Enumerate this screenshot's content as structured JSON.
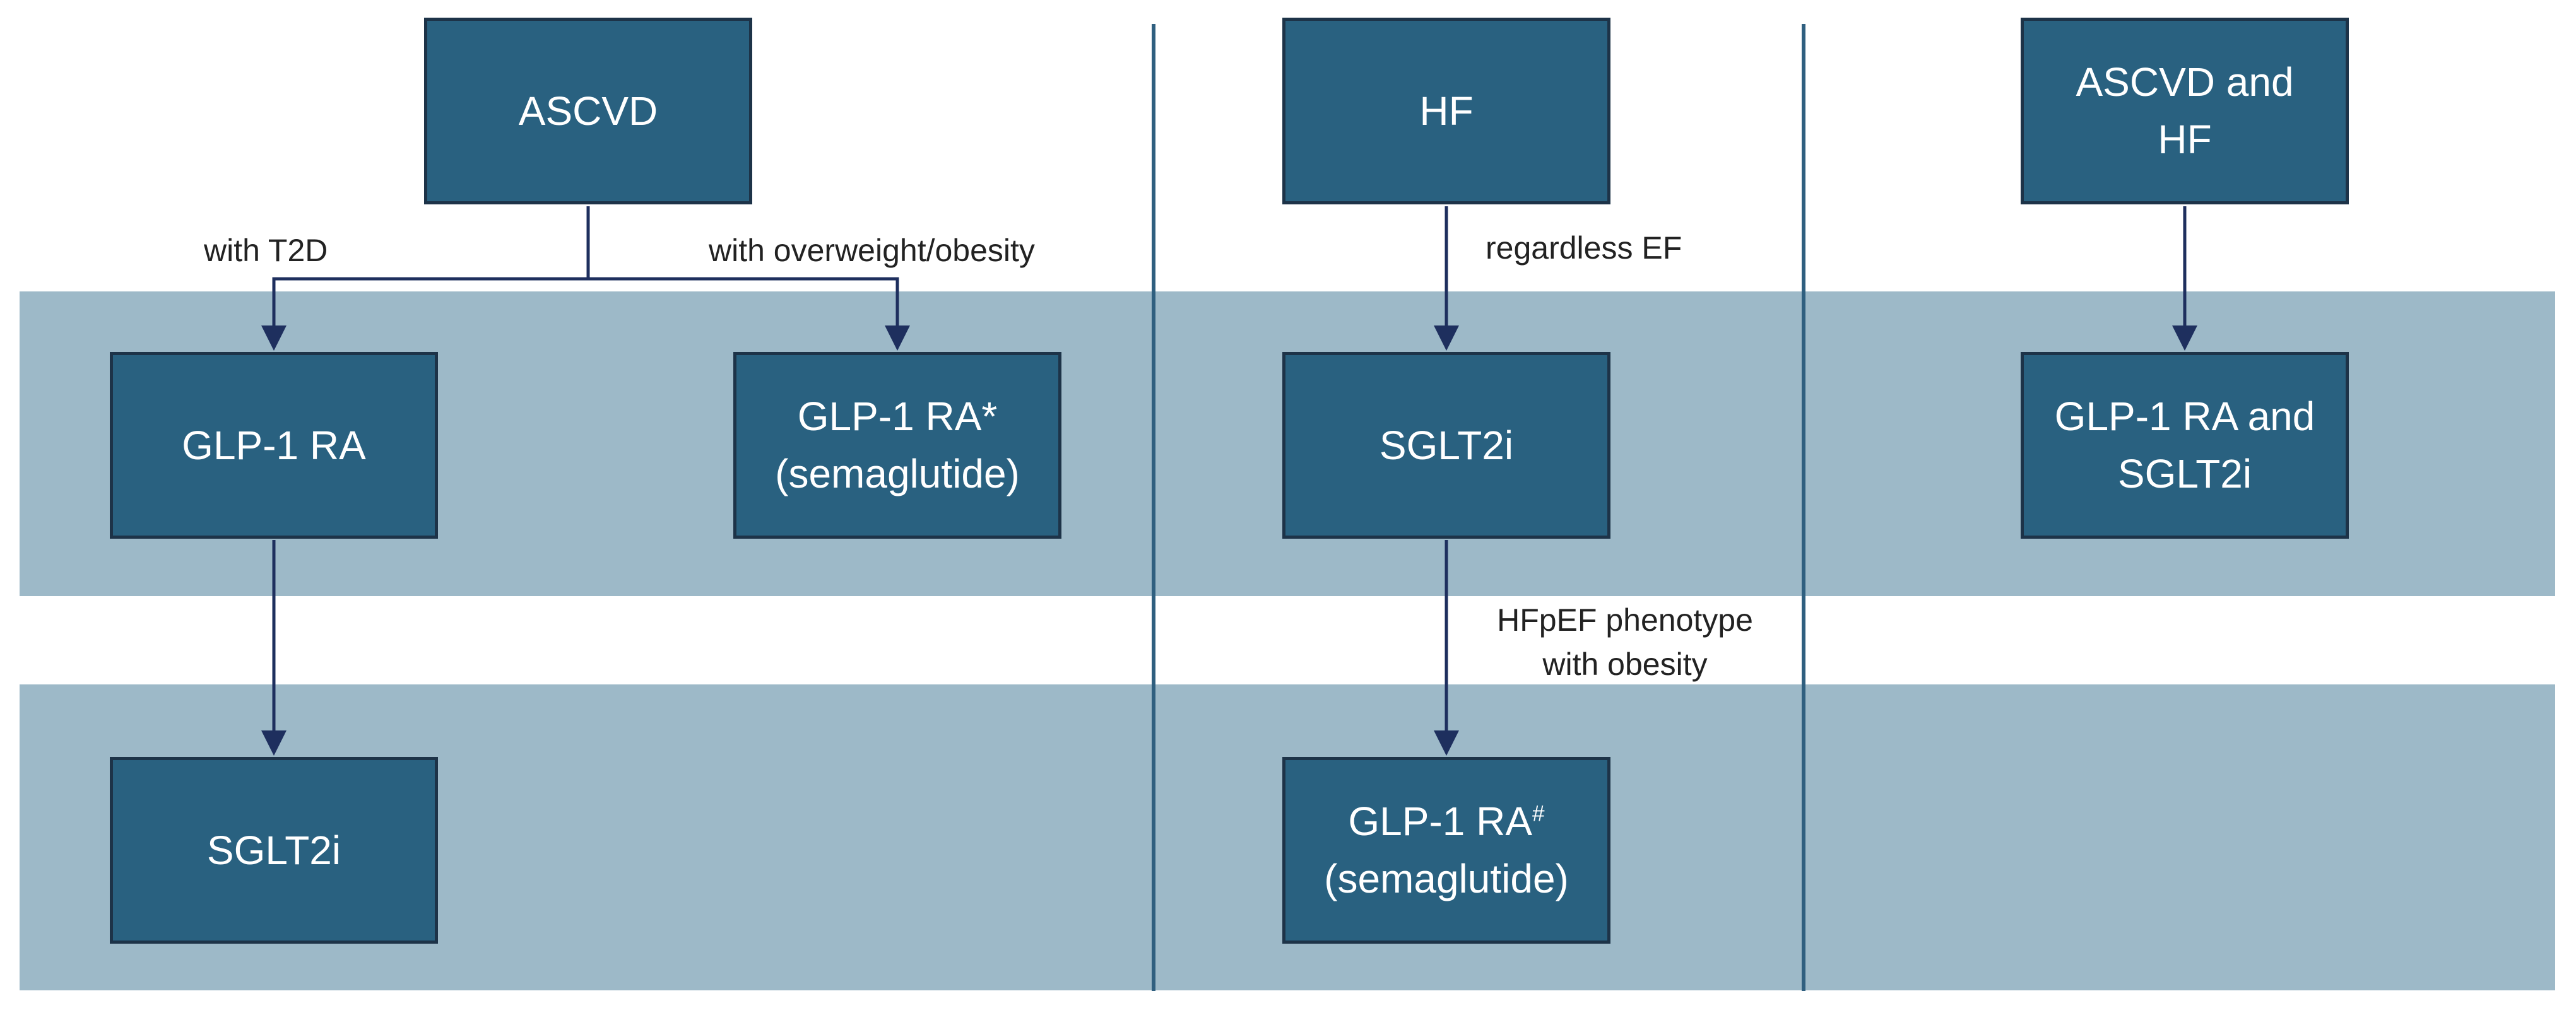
{
  "boxes": {
    "ascvd": {
      "lines": [
        "ASCVD"
      ]
    },
    "hf": {
      "lines": [
        "HF"
      ]
    },
    "ascvd_hf": {
      "lines": [
        "ASCVD and",
        "HF"
      ]
    },
    "glp1_t2d": {
      "lines": [
        "GLP-1 RA"
      ]
    },
    "glp1_obesity": {
      "line1": "GLP-1 RA",
      "line1_mark": "*",
      "line2": "(semaglutide)"
    },
    "sglt2_hf": {
      "lines": [
        "SGLT2i"
      ]
    },
    "combo": {
      "lines": [
        "GLP-1 RA and",
        "SGLT2i"
      ]
    },
    "sglt2_ascvd": {
      "lines": [
        "SGLT2i"
      ]
    },
    "glp1_hfpef": {
      "line1": "GLP-1 RA",
      "line1_mark": "#",
      "line2": "(semaglutide)"
    }
  },
  "labels": {
    "with_t2d": "with T2D",
    "with_obesity": "with overweight/obesity",
    "regardless_ef": "regardless EF",
    "hfpef_line1": "HFpEF phenotype",
    "hfpef_line2": "with obesity"
  },
  "colors": {
    "box_fill": "#296180",
    "box_border": "#1d3348",
    "band": "#9db9c8",
    "divider": "#2f5f7f",
    "connector": "#1e2f5e"
  }
}
